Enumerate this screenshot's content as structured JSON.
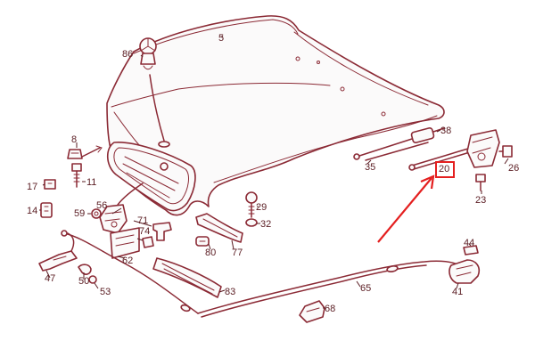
{
  "diagram": {
    "labels": {
      "p5": "5",
      "p86": "86",
      "p8": "8",
      "p11": "11",
      "p17": "17",
      "p14": "14",
      "p59": "59",
      "p56": "56",
      "p71": "71",
      "p74": "74",
      "p62": "62",
      "p47": "47",
      "p50": "50",
      "p53": "53",
      "p29": "29",
      "p32": "32",
      "p80": "80",
      "p77": "77",
      "p83": "83",
      "p38": "38",
      "p35": "35",
      "p20": "20",
      "p26": "26",
      "p23": "23",
      "p44": "44",
      "p41": "41",
      "p65": "65",
      "p68": "68"
    },
    "highlighted_part": "20",
    "colors": {
      "line": "#8b2a35",
      "label": "#5a1c22",
      "highlight": "#e41f1f"
    }
  }
}
